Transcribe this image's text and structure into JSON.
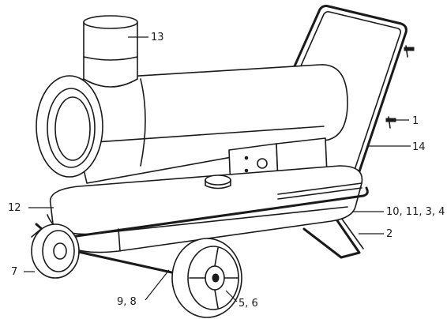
{
  "diagram": {
    "callouts": [
      {
        "id": "c1",
        "text": "1"
      },
      {
        "id": "c14",
        "text": "14"
      },
      {
        "id": "c13",
        "text": "13"
      },
      {
        "id": "c12",
        "text": "12"
      },
      {
        "id": "c10",
        "text": "10, 11, 3, 4"
      },
      {
        "id": "c2",
        "text": "2"
      },
      {
        "id": "c7",
        "text": "7"
      },
      {
        "id": "c98",
        "text": "9, 8"
      },
      {
        "id": "c56",
        "text": "5, 6"
      }
    ],
    "colors": {
      "ink": "#1a1a1a",
      "background": "#ffffff"
    }
  }
}
